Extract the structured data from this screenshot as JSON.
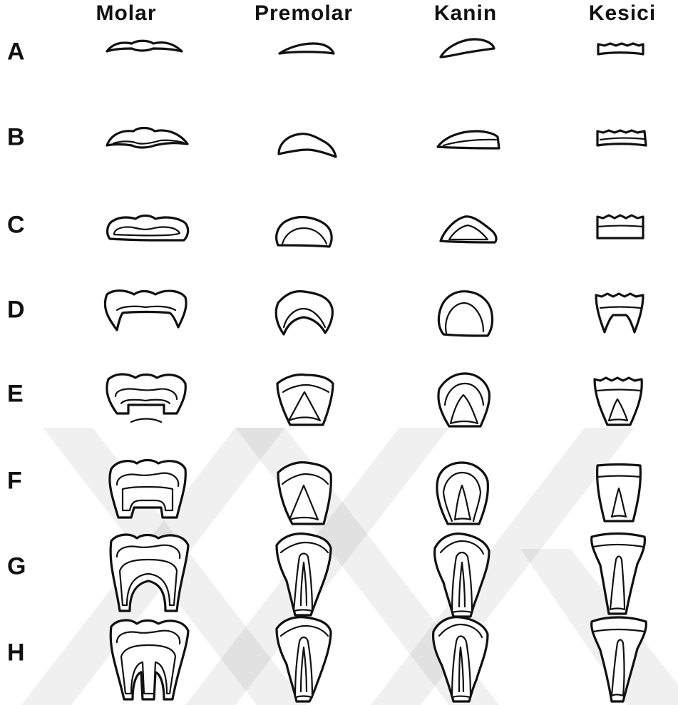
{
  "columns": [
    "Molar",
    "Premolar",
    "Kanin",
    "Kesici"
  ],
  "rows": [
    "A",
    "B",
    "C",
    "D",
    "E",
    "F",
    "G",
    "H"
  ]
}
